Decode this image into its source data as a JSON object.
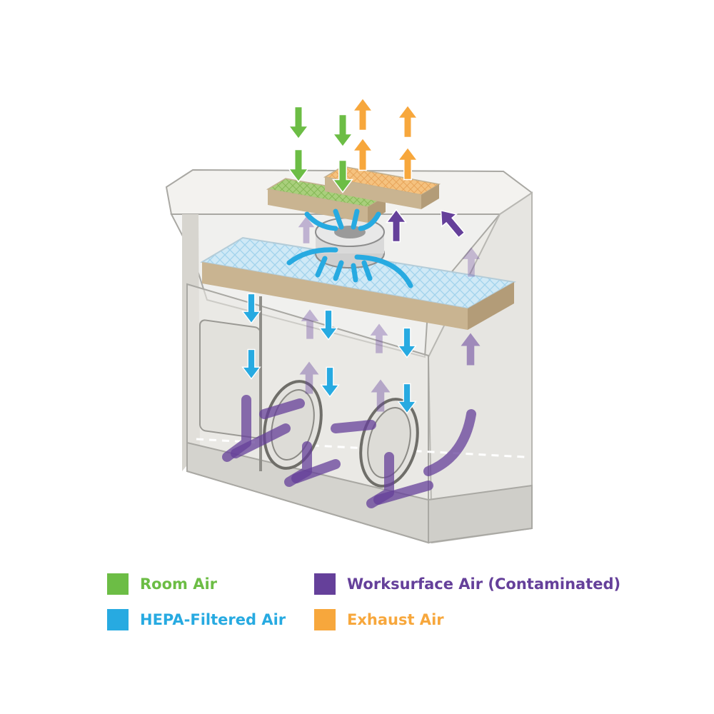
{
  "colors": {
    "room_air": "#6cbd45",
    "hepa_air": "#27aae1",
    "work_air": "#65409a",
    "exhaust_air": "#f7a73c"
  },
  "legend": [
    {
      "id": "room_air",
      "label": "Room Air",
      "color": "#6cbd45"
    },
    {
      "id": "work_air",
      "label": "Worksurface Air (Contaminated)",
      "color": "#65409a"
    },
    {
      "id": "hepa_air",
      "label": "HEPA-Filtered Air",
      "color": "#27aae1"
    },
    {
      "id": "exhaust_air",
      "label": "Exhaust Air",
      "color": "#f7a73c"
    }
  ]
}
